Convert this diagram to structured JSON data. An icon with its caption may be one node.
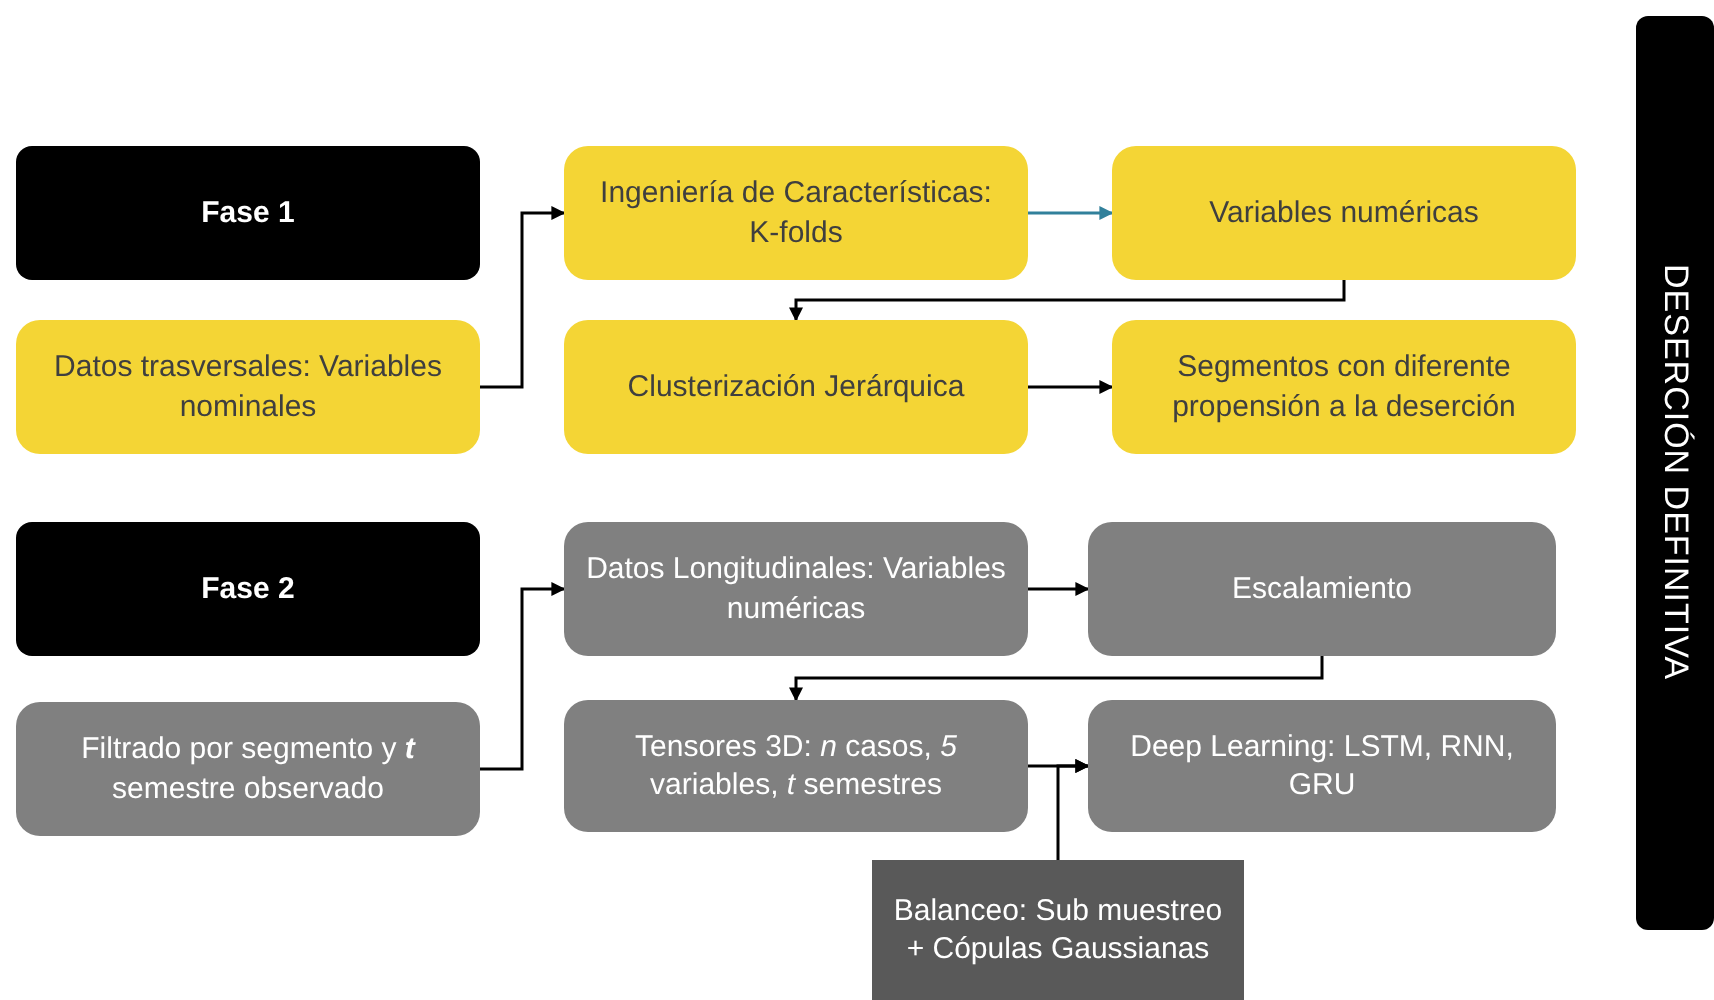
{
  "diagram": {
    "nodes": [
      {
        "text": [
          "Fase 1"
        ]
      },
      {
        "text": [
          "Datos trasversales: Variables nominales"
        ]
      },
      {
        "text": [
          "Ingeniería de Características: K-folds"
        ]
      },
      {
        "text": [
          "Variables  numéricas"
        ]
      },
      {
        "text": [
          "Clusterización Jerárquica"
        ]
      },
      {
        "text": [
          "Segmentos con diferente propensión a la deserción"
        ]
      },
      {
        "text": [
          "Fase 2"
        ]
      },
      {
        "text": [
          "Filtrado por segmento y **t** semestre observado"
        ]
      },
      {
        "text": [
          "Datos Longitudinales: Variables numéricas"
        ]
      },
      {
        "text": [
          "Escalamiento"
        ]
      },
      {
        "text": [
          "Tensores 3D: *n* casos, *5* variables, *t* semestres"
        ]
      },
      {
        "text": [
          "Deep Learning: LSTM, RNN, GRU"
        ]
      },
      {
        "text": [
          "Balanceo: Sub muestreo + Cópulas Gaussianas"
        ]
      },
      {
        "text": [
          "DESERCIÓN DEFINITIVA"
        ]
      }
    ],
    "edges": [
      {
        "from": 1,
        "to": 2,
        "arrow": "to"
      },
      {
        "from": 2,
        "to": 3,
        "arrow": "to",
        "color": "#31809b"
      },
      {
        "from": 3,
        "to": 4,
        "arrow": "to"
      },
      {
        "from": 4,
        "to": 5,
        "arrow": "to"
      },
      {
        "from": 7,
        "to": 8,
        "arrow": "to"
      },
      {
        "from": 8,
        "to": 9,
        "arrow": "to"
      },
      {
        "from": 9,
        "to": 10,
        "arrow": "to"
      },
      {
        "from": 10,
        "to": 11,
        "arrow": "to"
      },
      {
        "from": 12,
        "to": 11,
        "arrow": "to"
      }
    ]
  }
}
